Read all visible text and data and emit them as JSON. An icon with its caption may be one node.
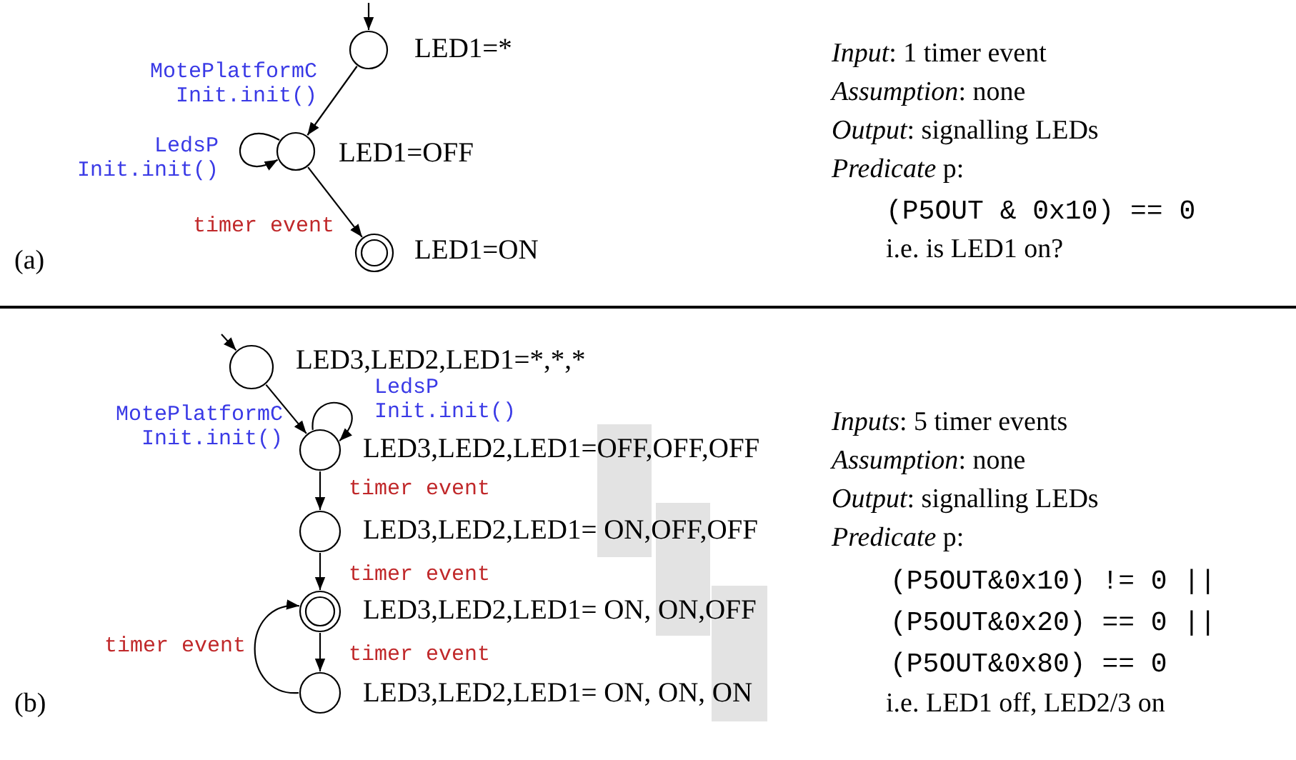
{
  "diagram": {
    "nodes": [
      {
        "text": [],
        "shape": "circle",
        "beside": [
          "LED1=*"
        ]
      },
      {
        "text": [],
        "shape": "circle",
        "beside": [
          "LED1=OFF"
        ]
      },
      {
        "text": [],
        "shape": "circle",
        "beside": [
          "LED1=ON"
        ]
      },
      {
        "text": [],
        "shape": "circle",
        "beside": [
          "LED3,LED2,LED1=*,*,*"
        ]
      },
      {
        "text": [],
        "shape": "circle",
        "beside": [
          "LED3,LED2,LED1=OFF,OFF,OFF"
        ]
      },
      {
        "text": [],
        "shape": "circle",
        "beside": [
          "LED3,LED2,LED1= ON,OFF,OFF"
        ]
      },
      {
        "text": [],
        "shape": "circle",
        "beside": [
          "LED3,LED2,LED1= ON, ON,OFF"
        ]
      },
      {
        "text": [],
        "shape": "circle",
        "beside": [
          "LED3,LED2,LED1= ON, ON, ON"
        ]
      }
    ],
    "edges": [
      {
        "from": null,
        "to": 0,
        "arrow": "to"
      },
      {
        "from": 0,
        "to": 1,
        "arrow": "to",
        "label": "MotePlatformC Init.init()"
      },
      {
        "from": 1,
        "to": 1,
        "arrow": "to",
        "label": "LedsP Init.init()"
      },
      {
        "from": 1,
        "to": 2,
        "arrow": "to",
        "label": "timer event"
      },
      {
        "from": null,
        "to": 3,
        "arrow": "to"
      },
      {
        "from": 3,
        "to": 4,
        "arrow": "to",
        "label": "MotePlatformC Init.init()"
      },
      {
        "from": 4,
        "to": 4,
        "arrow": "to",
        "label": "LedsP Init.init()"
      },
      {
        "from": 4,
        "to": 5,
        "arrow": "to",
        "label": "timer event"
      },
      {
        "from": 5,
        "to": 6,
        "arrow": "to",
        "label": "timer event"
      },
      {
        "from": 6,
        "to": 7,
        "arrow": "to",
        "label": "timer event"
      },
      {
        "from": 7,
        "to": 6,
        "arrow": "to",
        "label": "timer event"
      }
    ],
    "labels": [
      "(a)",
      "*Input*: 1 timer event",
      "*Assumption*: none",
      "*Output*: signalling LEDs",
      "*Predicate* p:",
      "(P5OUT & 0x10) == 0",
      "i.e. is LED1 on?",
      "(b)",
      "*Inputs*: 5 timer events",
      "*Assumption*: none",
      "*Output*: signalling LEDs",
      "*Predicate* p:",
      "(P5OUT&0x10) != 0 ||",
      "(P5OUT&0x20) == 0 ||",
      "(P5OUT&0x80) == 0",
      "i.e. LED1 off, LED2/3 on"
    ]
  }
}
